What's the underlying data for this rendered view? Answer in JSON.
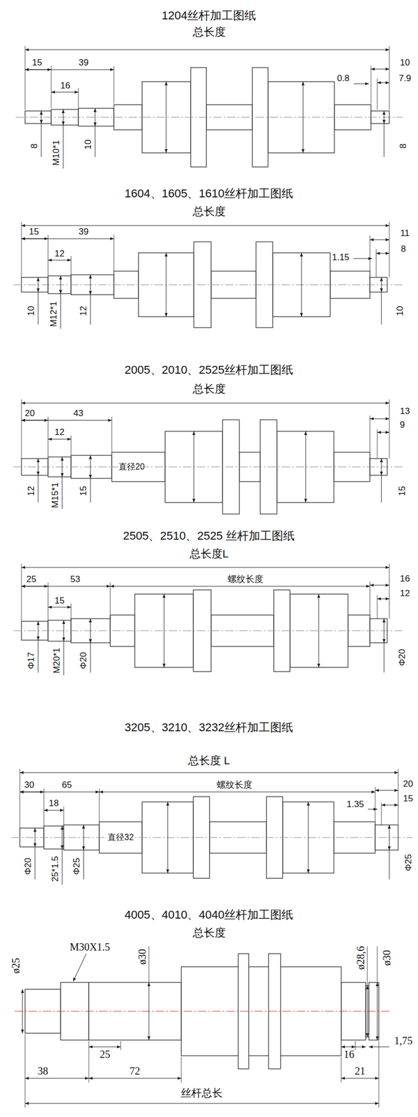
{
  "diagram": {
    "labels": [
      "1204丝杆加工图纸",
      "总长度",
      "15",
      "39",
      "10",
      "7.9",
      "16",
      "0.8",
      "8",
      "M10*1",
      "10",
      "8",
      "1604、1605、1610丝杆加工图纸",
      "总长度",
      "15",
      "39",
      "11",
      "8",
      "12",
      "1.15",
      "10",
      "M12*1",
      "12",
      "10",
      "2005、2010、2525丝杆加工图纸",
      "总长度",
      "20",
      "43",
      "13",
      "9",
      "12",
      "直径20",
      "12",
      "M15*1",
      "15",
      "15",
      "2505、2510、2525 丝杆加工图纸",
      "总长度L",
      "25",
      "53",
      "螺纹长度",
      "16",
      "12",
      "15",
      "Φ17",
      "M20*1",
      "Φ20",
      "Φ20",
      "3205、3210、3232丝杆加工图纸",
      "总长度 L",
      "30",
      "65",
      "螺纹长度",
      "20",
      "15",
      "1.35",
      "18",
      "直径32",
      "Φ20",
      "25*1.5",
      "Φ25",
      "Φ25",
      "4005、4010、4040丝杆加工图纸",
      "总长度",
      "ø25",
      "M30X1.5",
      "ø30",
      "ø28,6",
      "ø30",
      "1,75",
      "25",
      "16",
      "38",
      "72",
      "21",
      "丝杆总长"
    ]
  }
}
